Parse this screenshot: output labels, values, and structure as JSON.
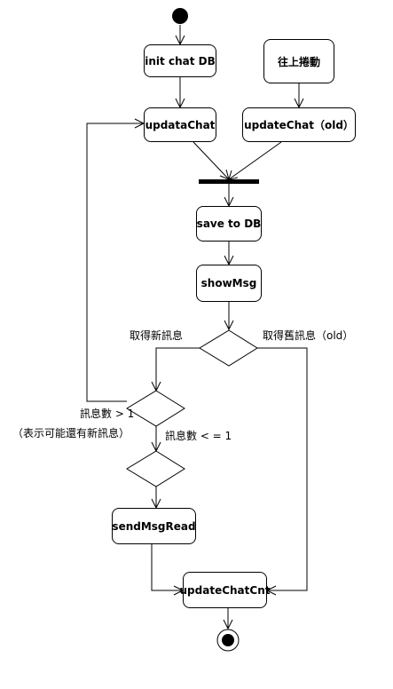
{
  "nodes": {
    "init_chat_db": "init chat DB",
    "scroll_up": "往上捲動",
    "update_chat": "updataChat",
    "update_chat_old": "updateChat（old）",
    "save_to_db": "save to DB",
    "show_msg": "showMsg",
    "send_msg_read": "sendMsgRead",
    "update_chat_cnt": "updateChatCnt"
  },
  "guards": {
    "get_new_messages": "取得新訊息",
    "get_old_messages": "取得舊訊息（old）",
    "count_greater_than_one": "訊息數 > 1",
    "may_have_more_new": "（表示可能還有新訊息）",
    "count_less_equal_one": "訊息數 < = 1"
  }
}
